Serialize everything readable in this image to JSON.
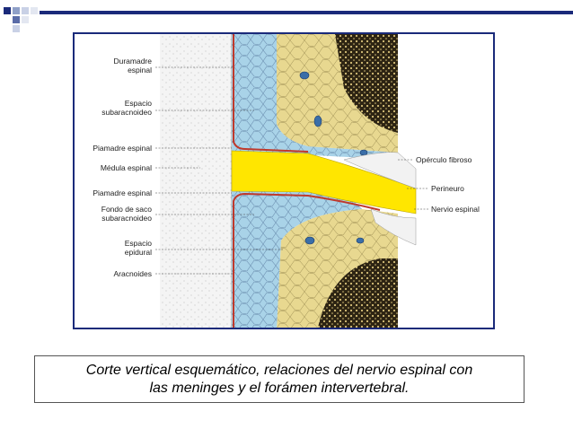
{
  "diagram": {
    "labels_left": {
      "duramadre_1": "Duramadre",
      "duramadre_2": "espinal",
      "espacio_sub_1": "Espacio",
      "espacio_sub_2": "subaracnoideo",
      "piamadre_1": "Piamadre espinal",
      "medula": "Médula espinal",
      "piamadre_2": "Piamadre espinal",
      "fondo_1": "Fondo de saco",
      "fondo_2": "subaracnoideo",
      "epidural_1": "Espacio",
      "epidural_2": "epidural",
      "aracnoides": "Aracnoides"
    },
    "labels_right": {
      "operculo": "Opérculo fibroso",
      "perineuro": "Perineuro",
      "nervio": "Nervio espinal"
    }
  },
  "caption": {
    "line1": "Corte vertical esquemático, relaciones del nervio espinal con",
    "line2": "las meninges y el forámen intervertebral."
  },
  "colors": {
    "frame_border": "#1a2a7a",
    "nerve": "#ffe600",
    "csf": "#a9d3e8",
    "bone": "#e8d890",
    "dura": "#c0392b",
    "marrow": "#2d2413"
  }
}
